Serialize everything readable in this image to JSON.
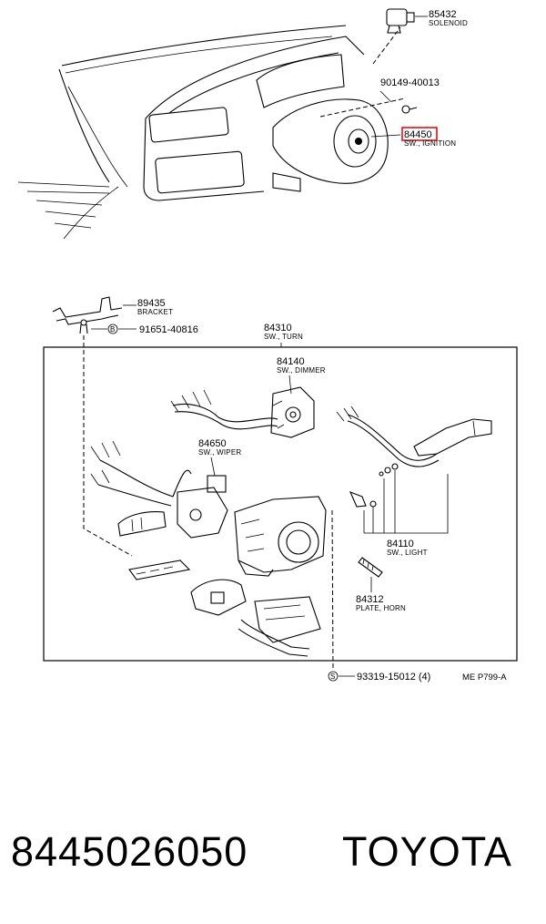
{
  "diagram": {
    "reference": "ME P799-A",
    "highlight_color": "#e00000",
    "labels": {
      "solenoid_no": "85432",
      "solenoid_name": "SOLENOID",
      "bolt_no": "90149-40013",
      "ignition_no": "84450",
      "ignition_name": "SW., IGNITION",
      "bracket_no": "89435",
      "bracket_name": "BRACKET",
      "screw_no": "91651-40816",
      "turn_no": "84310",
      "turn_name": "SW., TURN",
      "dimmer_no": "84140",
      "dimmer_name": "SW., DIMMER",
      "wiper_no": "84650",
      "wiper_name": "SW., WIPER",
      "light_no": "84110",
      "light_name": "SW., LIGHT",
      "horn_no": "84312",
      "horn_name": "PLATE, HORN",
      "bottom_screw_no": "93319-15012 (4)",
      "symbol_b": "B",
      "symbol_s": "S"
    }
  },
  "footer": {
    "part_number": "8445026050",
    "brand": "TOYOTA"
  }
}
